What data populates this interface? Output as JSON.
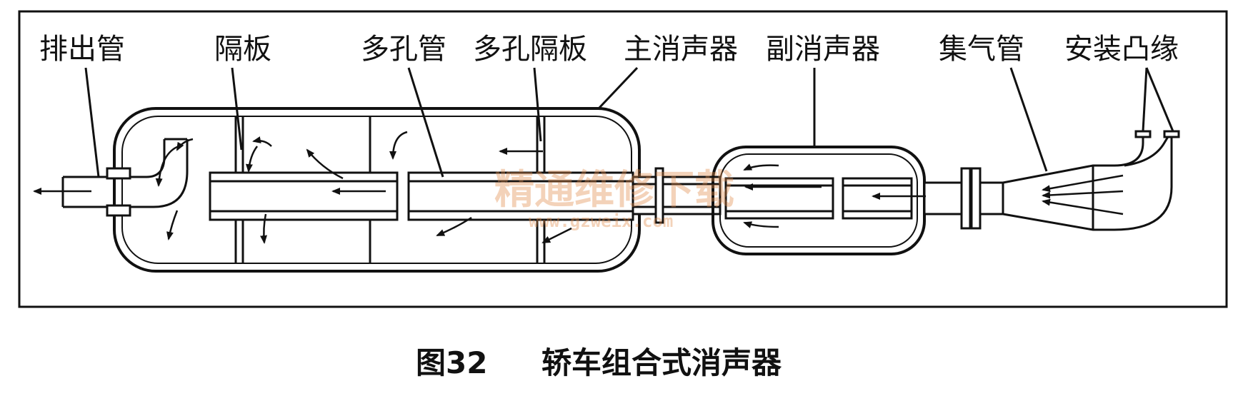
{
  "labels": {
    "exhaust_pipe": "排出管",
    "baffle": "隔板",
    "perforated_pipe": "多孔管",
    "perforated_baffle": "多孔隔板",
    "main_muffler": "主消声器",
    "aux_muffler": "副消声器",
    "collector_pipe": "集气管",
    "mounting_flange": "安装凸缘"
  },
  "caption": {
    "figure_number": "图32",
    "title": "轿车组合式消声器"
  },
  "watermark": {
    "text": "精通维修下载",
    "url": "www.gzweix.com"
  }
}
